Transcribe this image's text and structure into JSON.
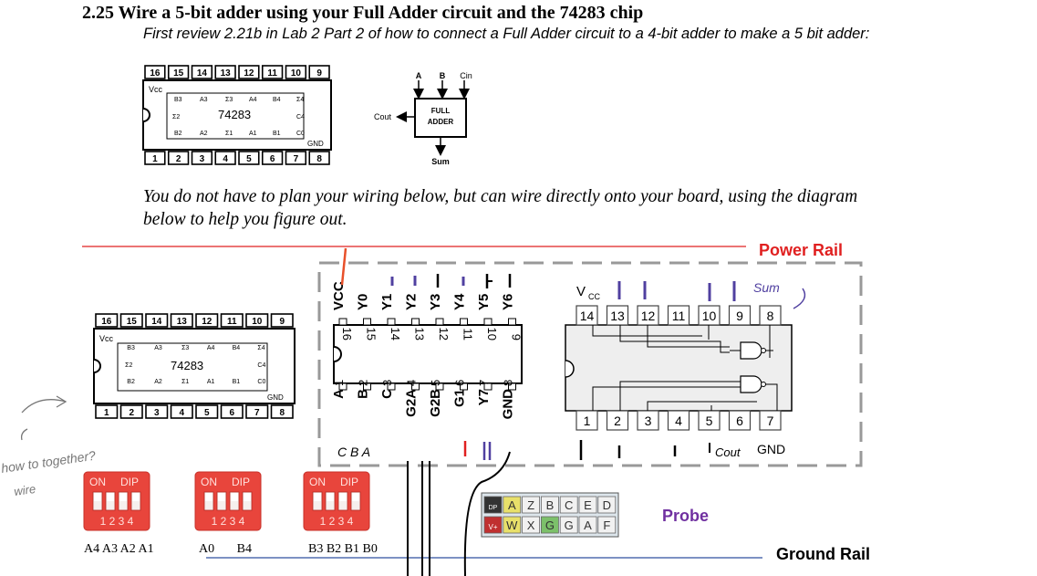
{
  "heading": "2.25 Wire a 5-bit adder using your Full Adder circuit and the 74283 chip",
  "subheading": "First review 2.21b in Lab 2 Part 2 of how to connect a Full Adder circuit to a 4-bit adder to make a 5 bit adder:",
  "note_line1": "You do not have to plan your wiring below, but can wire directly onto your board, using the diagram",
  "note_line2": "below to help you figure out.",
  "chip_74283": {
    "name": "74283",
    "vcc": "Vcc",
    "gnd": "GND",
    "top_pins": [
      "16",
      "15",
      "14",
      "13",
      "12",
      "11",
      "10",
      "9"
    ],
    "bottom_pins": [
      "1",
      "2",
      "3",
      "4",
      "5",
      "6",
      "7",
      "8"
    ],
    "top_signals": [
      "B3",
      "A3",
      "Σ3",
      "A4",
      "B4",
      "Σ4"
    ],
    "mid_signals": [
      "Σ2",
      "C4"
    ],
    "bottom_signals": [
      "B2",
      "A2",
      "Σ1",
      "A1",
      "B1",
      "C0"
    ]
  },
  "full_adder": {
    "title_line1": "FULL",
    "title_line2": "ADDER",
    "in_a": "A",
    "in_b": "B",
    "in_cin": "Cin",
    "out_cout": "Cout",
    "out_sum": "Sum"
  },
  "rails": {
    "power": "Power Rail",
    "ground": "Ground Rail",
    "power_color": "#e02020",
    "ground_color": "#2f4f9f"
  },
  "decoder": {
    "top_signals": [
      "VCC",
      "Y0",
      "Y1",
      "Y2",
      "Y3",
      "Y4",
      "Y5",
      "Y6"
    ],
    "top_pins": [
      "16",
      "15",
      "14",
      "13",
      "12",
      "11",
      "10",
      "9"
    ],
    "bottom_pins": [
      "1",
      "2",
      "3",
      "4",
      "5",
      "6",
      "7",
      "8"
    ],
    "bottom_signals": [
      "A",
      "B",
      "C",
      "G2A",
      "G2B",
      "G1",
      "Y7",
      "GND"
    ]
  },
  "gate_chip": {
    "vcc": "V",
    "vcc_sub": "CC",
    "gnd": "GND",
    "top_pins": [
      "14",
      "13",
      "12",
      "11",
      "10",
      "9",
      "8"
    ],
    "bottom_pins": [
      "1",
      "2",
      "3",
      "4",
      "5",
      "6",
      "7"
    ]
  },
  "handwriting": {
    "cba": "C B A",
    "sum": "Sum",
    "cout": "Cout",
    "question_line1": "how to together?",
    "question_line2": "wire"
  },
  "dip_switches": [
    {
      "on": "ON",
      "dip": "DIP",
      "numbers": "1 2 3 4",
      "label": "A4 A3 A2 A1"
    },
    {
      "on": "ON",
      "dip": "DIP",
      "numbers": "1 2 3 4",
      "label": "A0       B4"
    },
    {
      "on": "ON",
      "dip": "DIP",
      "numbers": "1 2 3 4",
      "label": "B3 B2 B1 B0"
    }
  ],
  "probe": {
    "label": "Probe",
    "row1": [
      "DP",
      "A",
      "Z",
      "B",
      "C",
      "E",
      "D"
    ],
    "row2": [
      "V+",
      "W",
      "X",
      "G",
      "G",
      "A",
      "F"
    ]
  }
}
